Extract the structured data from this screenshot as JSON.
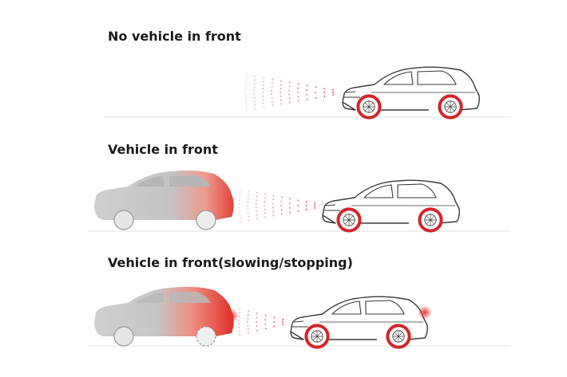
{
  "panels": [
    {
      "title": "No vehicle in front"
    },
    {
      "title": "Vehicle in front"
    },
    {
      "title": "Vehicle in front(slowing/stopping)"
    }
  ],
  "colors": {
    "accent_red": "#d4242a",
    "car_outline": "#3a3a3a",
    "lead_car_gray": "#c8c8c8",
    "ground_line": "#e2e2e2"
  },
  "icons": [
    "radar-waves-icon",
    "car-outline-icon",
    "lead-car-silhouette-icon",
    "brake-light-icon"
  ]
}
